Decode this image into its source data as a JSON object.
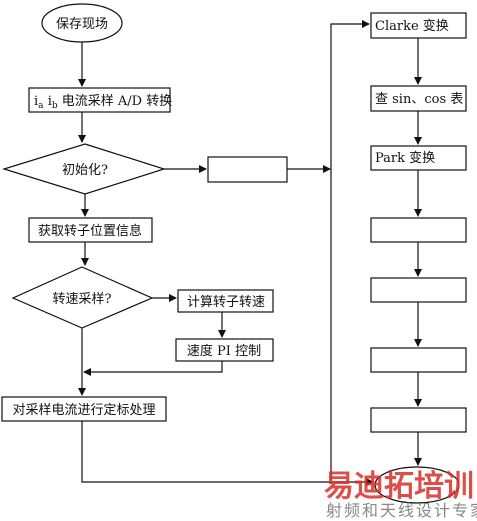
{
  "left": {
    "save_scene": "保存现场",
    "adc": {
      "prefix": "i",
      "sub_a": "a",
      "sub_b": "b",
      "text": " 电流采样 A/D 转换"
    },
    "init": "初始化?",
    "rotor_pos": "获取转子位置信息",
    "speed_sample": "转速采样?",
    "calc_speed": "计算转子转速",
    "speed_pi": "速度 PI 控制",
    "calibrate": "对采样电流进行定标处理"
  },
  "middle": {
    "empty_box": ""
  },
  "right": {
    "clarke": "Clarke 变换",
    "lookup": "查 sin、cos 表",
    "park": "Park 变换",
    "box4": "",
    "box5": "",
    "box6": "",
    "box7": ""
  },
  "watermark": {
    "brand": "易迪拓培训",
    "slogan": "射频和天线设计专家"
  }
}
